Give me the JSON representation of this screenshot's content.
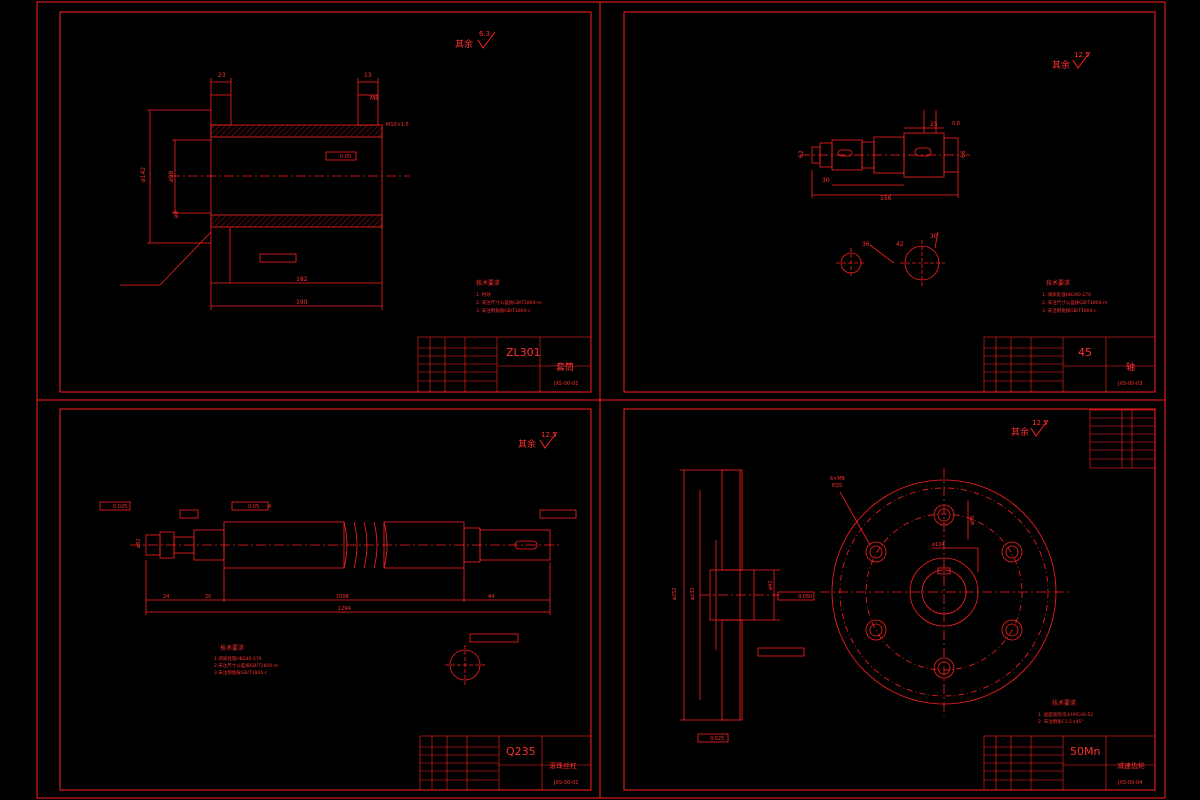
{
  "sheets": [
    {
      "id": "sleeve",
      "roughness": "其余",
      "roughness_value": "6.3",
      "notes_title": "技术要求",
      "notes": [
        "1. 时效",
        "2. 未注尺寸公差按GB/T1804-m",
        "3. 未注倒角按GB/T1804-c"
      ],
      "material": "ZL301",
      "part_name": "套筒",
      "drawing_no": "JXS-00-01",
      "dims": [
        "23",
        "13",
        "M8",
        "ø142",
        "ø98",
        "ø8",
        "M10×1.5",
        "0.05",
        "182",
        "190"
      ]
    },
    {
      "id": "shaft",
      "roughness": "其余",
      "roughness_value": "12.5",
      "notes_title": "技术要求",
      "notes": [
        "1. 调质处理HB240-270",
        "2. 未注尺寸公差按GB/T1804-m",
        "3. 未注倒角按GB/T1804-c"
      ],
      "material": "45",
      "part_name": "轴",
      "drawing_no": "JXS-00-03",
      "dims": [
        "25",
        "62",
        "66",
        "36",
        "42",
        "30",
        "156",
        "30",
        "0.8"
      ]
    },
    {
      "id": "lead-screw",
      "roughness": "其余",
      "roughness_value": "12.5",
      "notes_title": "技术要求",
      "notes": [
        "1.调质处理HB240-270",
        "2.未注尺寸公差按GB/T1804-m",
        "3.未注倒角按GB/T1804-c"
      ],
      "material": "Q235",
      "part_name": "滚珠丝杠",
      "drawing_no": "JXS-00-02",
      "dims": [
        "0.025",
        "A",
        "0.05",
        "1008",
        "1294",
        "44",
        "20",
        "24",
        "ø32"
      ]
    },
    {
      "id": "gear",
      "roughness": "其余",
      "roughness_value": "12.5",
      "notes_title": "技术要求",
      "notes": [
        "1. 齿面高频淬火HRC48-52",
        "2. 未注倒角C1.5×45°"
      ],
      "material": "50Mn",
      "part_name": "减速齿轮",
      "drawing_no": "JXS-00-04",
      "dims": [
        "6×M8",
        "EQS",
        "ø80",
        "ø124",
        "ø42",
        "0.050",
        "ø252",
        "ø232",
        "0.025"
      ]
    }
  ],
  "colors": {
    "background": "#000000",
    "line": "#ff2020",
    "text": "#ff3030"
  }
}
